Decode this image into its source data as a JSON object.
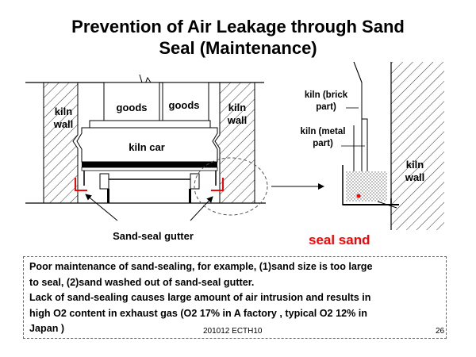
{
  "slide": {
    "title_line1": "Prevention of Air Leakage through Sand",
    "title_line2": "Seal (Maintenance)"
  },
  "left_diagram": {
    "kiln_wall_left": [
      "kiln",
      "wall"
    ],
    "kiln_wall_right": [
      "kiln",
      "wall"
    ],
    "goods_1": "goods",
    "goods_2": "goods",
    "kiln_car": "kiln car",
    "gutter_label": "Sand-seal gutter"
  },
  "right_diagram": {
    "brick_part": [
      "kiln (brick",
      "part)"
    ],
    "metal_part": [
      "kiln (metal",
      "part)"
    ],
    "kiln_wall": [
      "kiln",
      "wall"
    ],
    "seal_sand": "seal sand"
  },
  "note": {
    "lines": [
      "Poor maintenance of sand-sealing, for example, (1)sand size is too large",
      "to seal, (2)sand washed out of sand-seal gutter.",
      "Lack of sand-sealing causes large amount of air intrusion and results in",
      "high O2 content in exhaust gas (O2 17% in A factory , typical O2 12% in",
      "Japan )"
    ]
  },
  "footer": {
    "code": "201012 ECTH10",
    "page": "26"
  },
  "colors": {
    "accent": "#ff0000",
    "stroke": "#000000"
  }
}
